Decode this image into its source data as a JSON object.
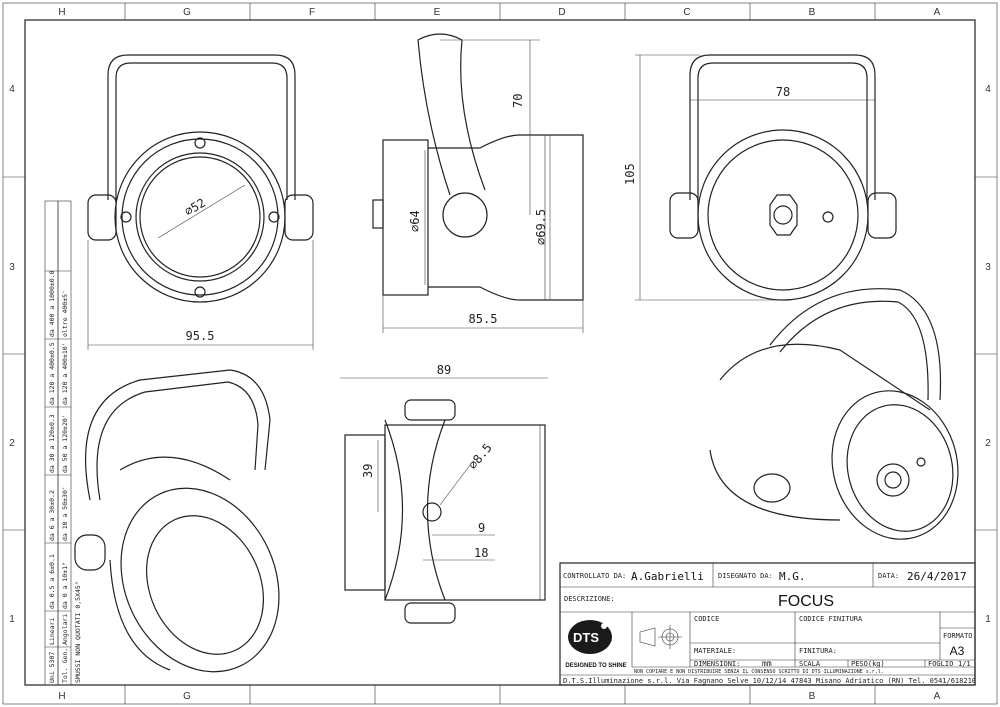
{
  "grid": {
    "columns": [
      "H",
      "G",
      "F",
      "E",
      "D",
      "C",
      "B",
      "A"
    ],
    "rows": [
      "4",
      "3",
      "2",
      "1"
    ]
  },
  "dimensions": {
    "front_diameter": "⌀52",
    "front_width": "95.5",
    "side_bracket_height": "70",
    "side_diameter_inner": "⌀64",
    "side_diameter_outer": "⌀69.5",
    "side_length": "85.5",
    "rear_height": "105",
    "rear_width": "78",
    "top_length": "89",
    "top_height": "39",
    "top_hole_diameter": "⌀8.5",
    "top_offset_small": "9",
    "top_offset_large": "18"
  },
  "tolerance_table": {
    "rows": [
      [
        "Uni 5307",
        "Lineari",
        "da 0.5 a 6±0.1",
        "da 6 a 30±0.2",
        "da 30 a 120±0.3",
        "da 120 a 400±0.5",
        "da 400 a 1000±0.8"
      ],
      [
        "Tol. Gen.",
        "Angolari",
        "da 0 a 10±1°",
        "da 10 a 50±30'",
        "da 50 a 120±20'",
        "da 120 a 400±10'",
        "oltre 400±5'"
      ]
    ],
    "note": "SMUSSI NON QUOTATI 0,5X45°"
  },
  "title_block": {
    "controllato_label": "CONTROLLATO DA:",
    "controllato_value": "A.Gabrielli",
    "disegnato_label": "DISEGNATO DA:",
    "disegnato_value": "M.G.",
    "data_label": "DATA:",
    "data_value": "26/4/2017",
    "descrizione_label": "DESCRIZIONE:",
    "descrizione_value": "FOCUS",
    "logo_text": "DTS",
    "logo_tagline": "DESIGNED TO SHINE",
    "codice_label": "CODICE",
    "codice_finitura_label": "CODICE FINITURA",
    "materiale_label": "MATERIALE:",
    "finitura_label": "FINITURA:",
    "formato_label": "FORMATO",
    "formato_value": "A3",
    "dimensioni_label": "DIMENSIONI:",
    "dimensioni_value": "mm",
    "scala_label": "SCALA",
    "peso_label": "PESO(kg)",
    "foglio_label": "FOGLIO",
    "foglio_value": "1/1",
    "copyright": "NON COPIARE E NON DISTRIBUIRE SENZA IL CONSENSO SCRITTO DI DTS ILLUMINAZIONE s.r.l.",
    "company": "D.T.S.Illuminazione s.r.l. Via Fagnano Selve 10/12/14 47843 Misano Adriatico (RN) Tel. 0541/618210"
  }
}
